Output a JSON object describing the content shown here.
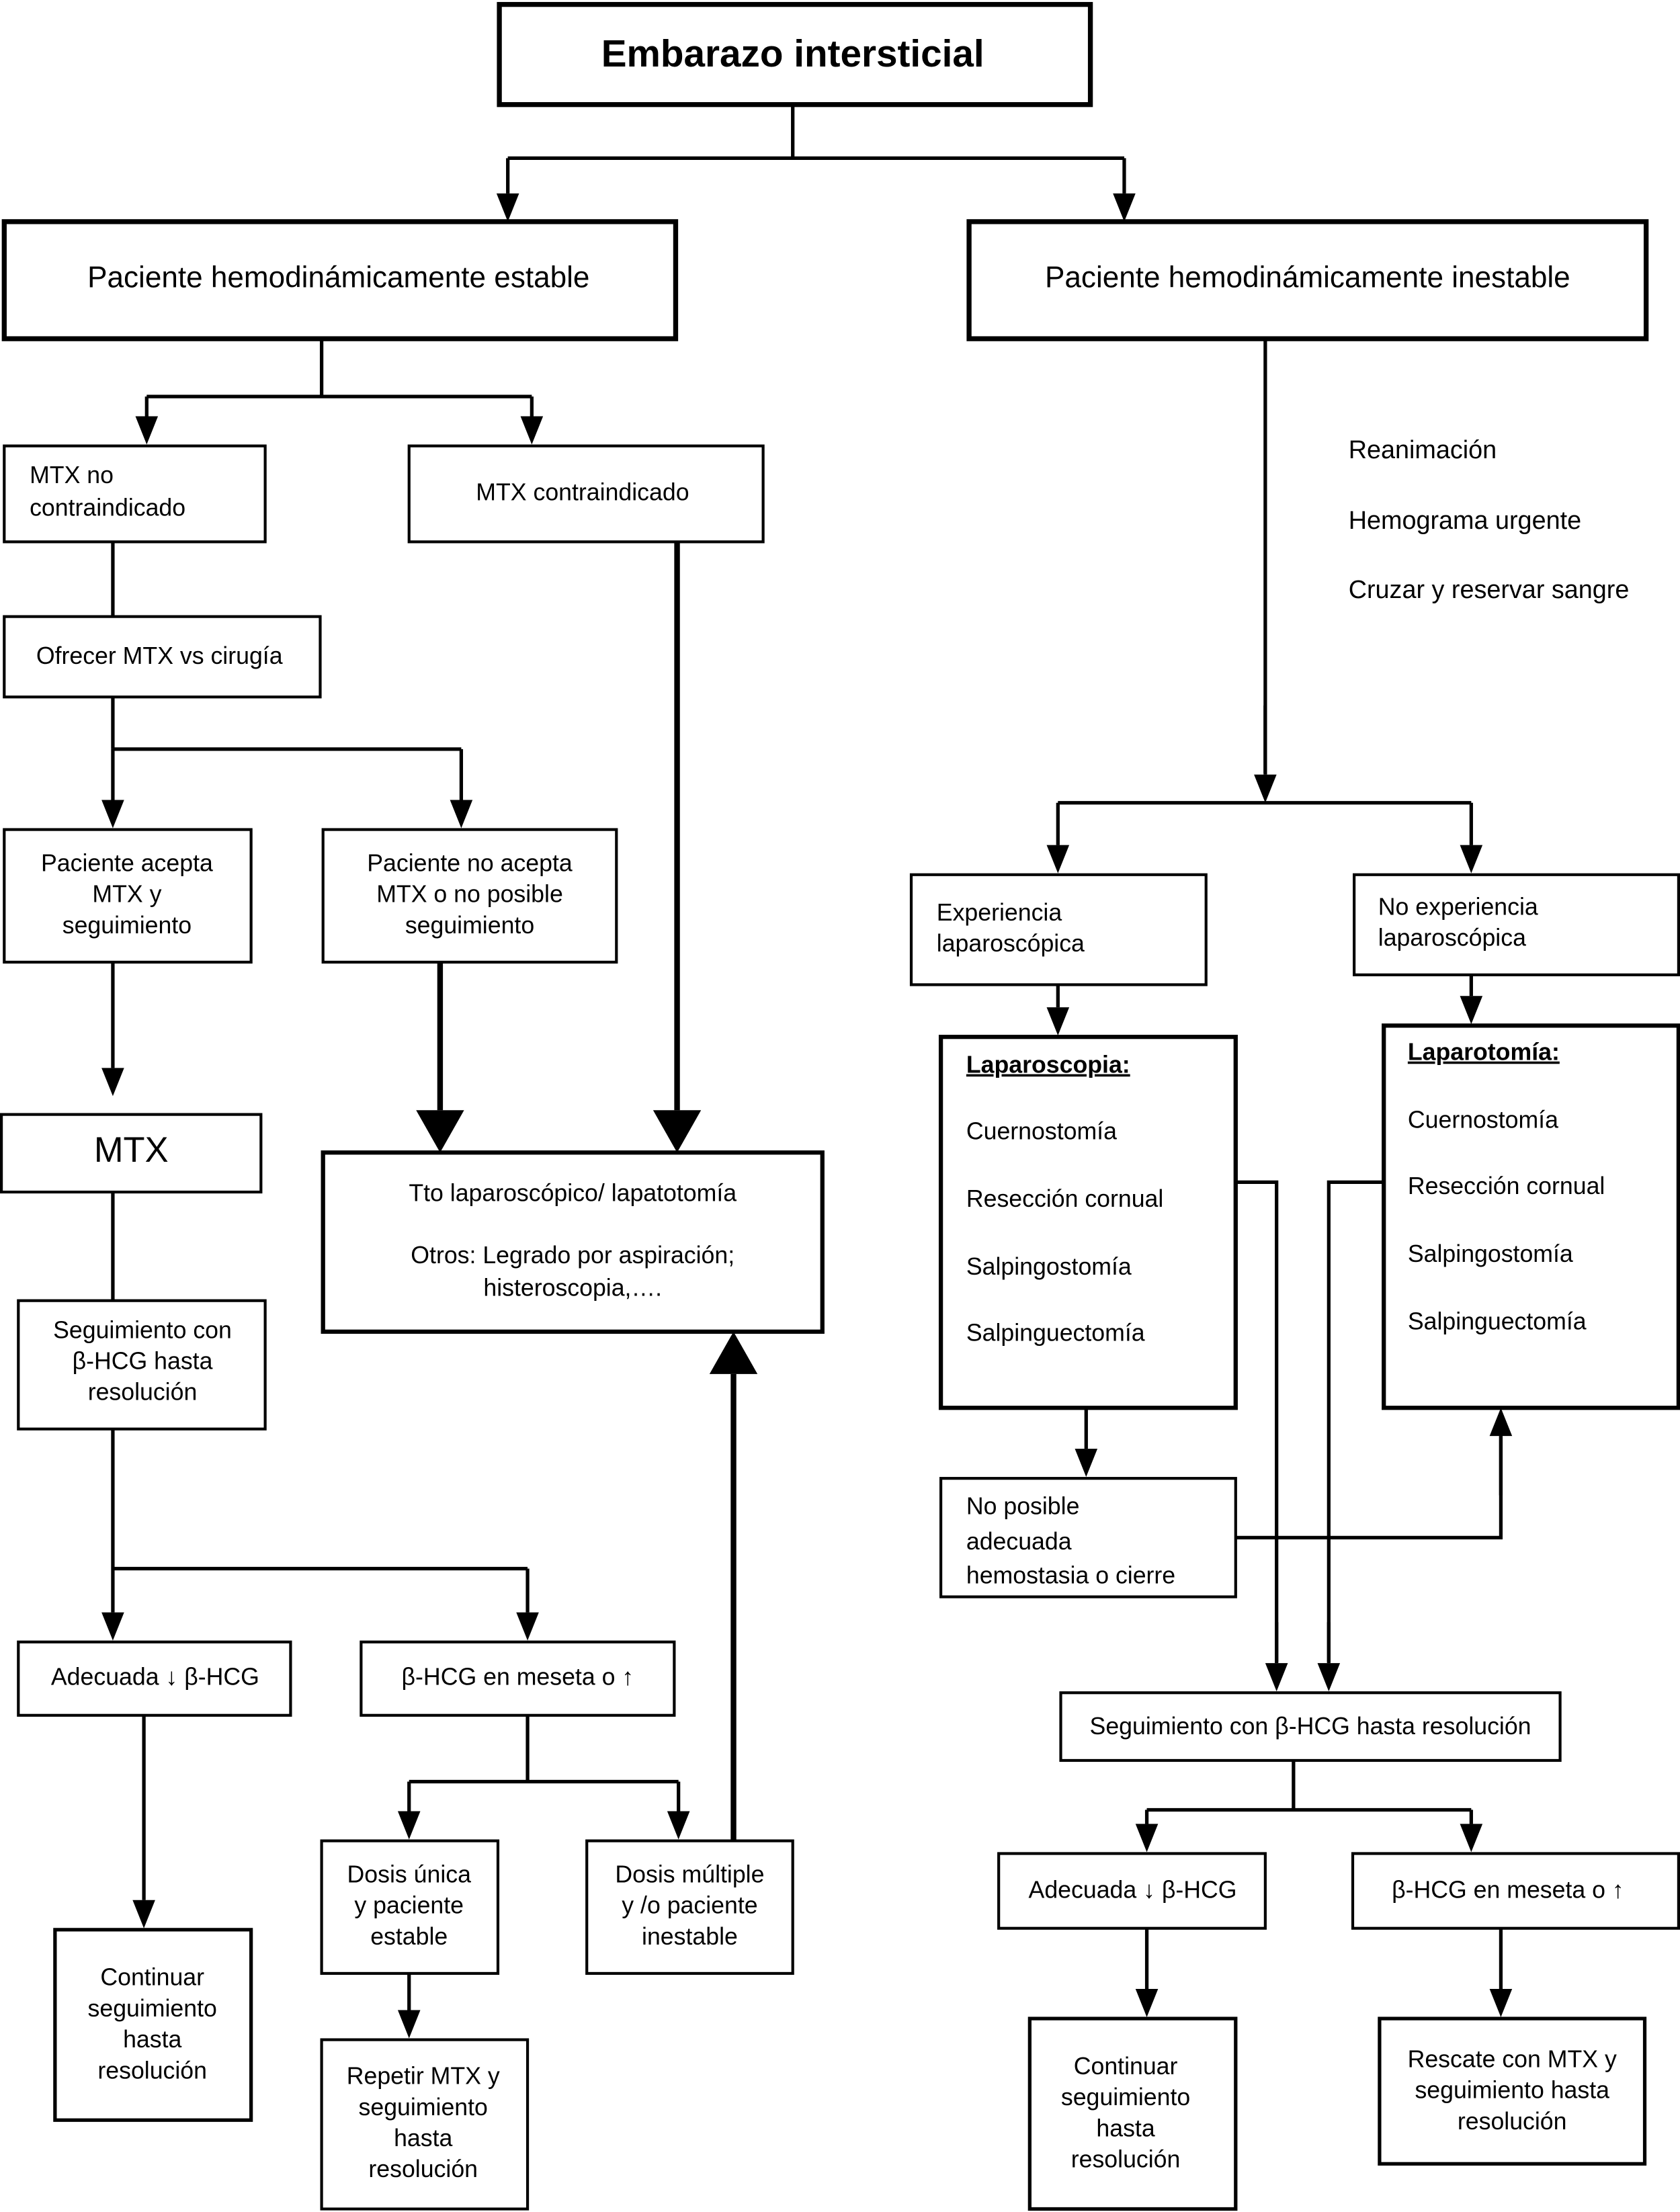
{
  "title": "Embarazo intersticial",
  "stable": {
    "label": "Paciente hemodinámicamente estable",
    "mtx_no_contra": [
      "MTX no",
      "contraindicado"
    ],
    "mtx_contra": "MTX contraindicado",
    "ofrecer": "Ofrecer MTX vs cirugía",
    "acepta": [
      "Paciente acepta",
      "MTX y",
      "seguimiento"
    ],
    "no_acepta": [
      "Paciente no acepta",
      "MTX o no posible",
      "seguimiento"
    ],
    "mtx": "MTX",
    "tto": [
      "Tto laparoscópico/ lapatotomía",
      "Otros: Legrado por aspiración;",
      "histeroscopia,…."
    ],
    "seguimiento": [
      "Seguimiento con",
      "β-HCG hasta",
      "resolución"
    ],
    "adecuada": "Adecuada ↓ β-HCG",
    "meseta": "β-HCG   en meseta o ↑",
    "continuar": [
      "Continuar",
      "seguimiento",
      "hasta",
      "resolución"
    ],
    "dosis_unica": [
      "Dosis única",
      "y paciente",
      "estable"
    ],
    "dosis_multiple": [
      "Dosis múltiple",
      "y /o paciente",
      "inestable"
    ],
    "repetir": [
      "Repetir MTX y",
      "seguimiento",
      "hasta",
      "resolución"
    ]
  },
  "unstable": {
    "label": "Paciente hemodinámicamente inestable",
    "actions": [
      "Reanimación",
      "Hemograma urgente",
      "Cruzar y reservar  sangre"
    ],
    "experiencia": [
      "Experiencia",
      "laparoscópica"
    ],
    "no_experiencia": [
      "No experiencia",
      "laparoscópica"
    ],
    "laparoscopia": [
      "Laparoscopia:",
      "Cuernostomía",
      "Resección cornual",
      "Salpingostomía",
      "Salpinguectomía"
    ],
    "laparotomia": [
      "Laparotomía:",
      "Cuernostomía",
      "Resección cornual",
      "Salpingostomía",
      "Salpinguectomía"
    ],
    "no_hemostasia": [
      "No posible",
      "adecuada",
      "hemostasia o cierre"
    ],
    "seguimiento": "Seguimiento con β-HCG hasta resolución",
    "adecuada": "Adecuada ↓ β-HCG",
    "meseta": "β-HCG en meseta o ↑",
    "continuar": [
      "Continuar",
      "seguimiento",
      "hasta",
      "resolución"
    ],
    "rescate": [
      "Rescate con MTX y",
      "seguimiento hasta",
      "resolución"
    ]
  }
}
